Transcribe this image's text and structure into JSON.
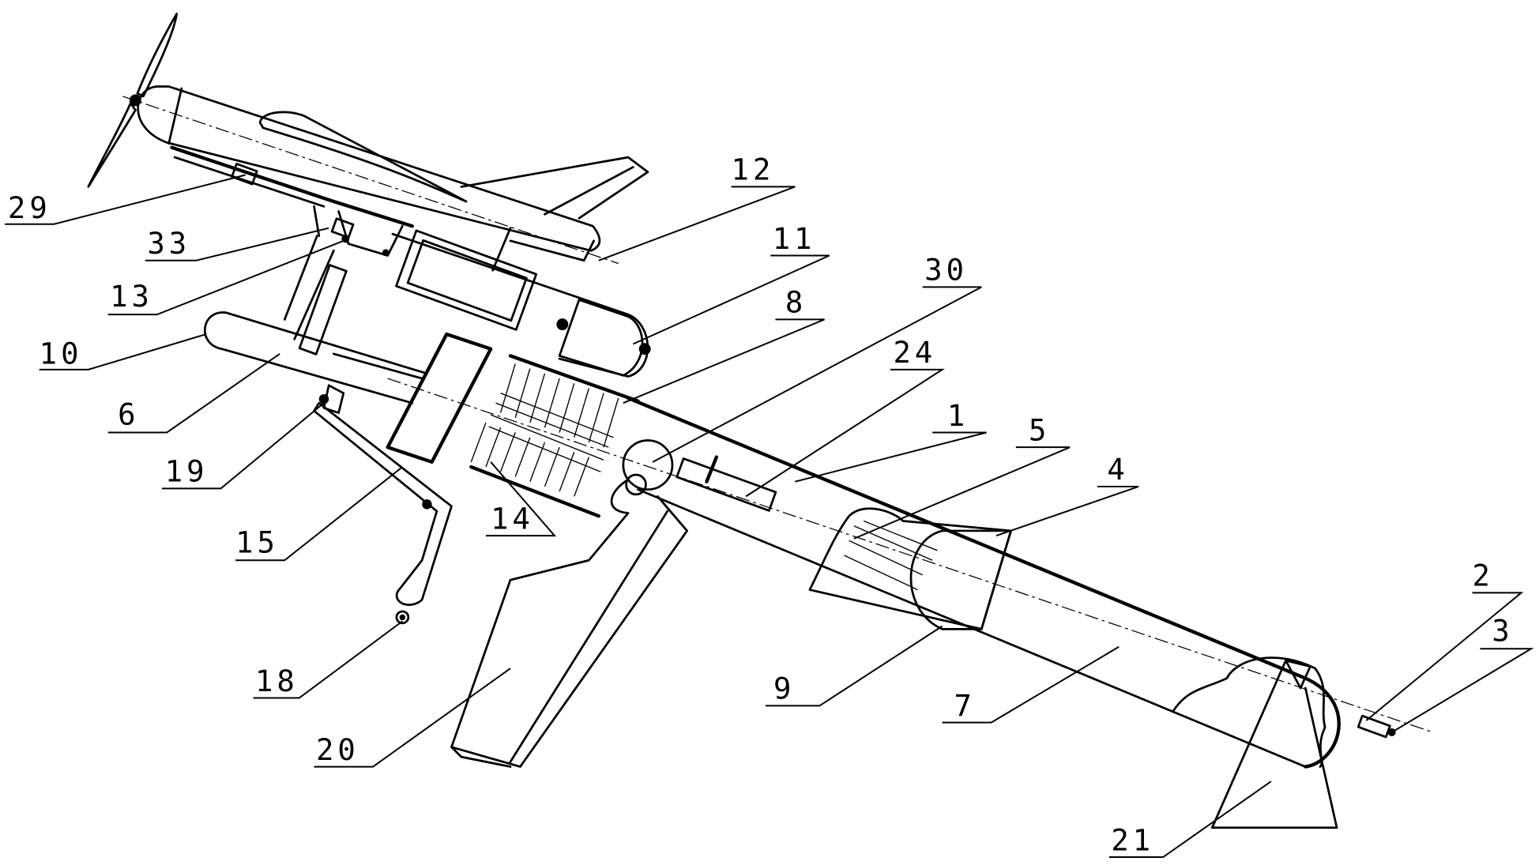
{
  "figure": {
    "type": "patent-drawing",
    "subject": "aircraft launcher / gun-style catapult with mounted propeller aircraft",
    "labels": [
      {
        "id": "29",
        "text": "29"
      },
      {
        "id": "33",
        "text": "33"
      },
      {
        "id": "13",
        "text": "13"
      },
      {
        "id": "10",
        "text": "10"
      },
      {
        "id": "6",
        "text": "6"
      },
      {
        "id": "19",
        "text": "19"
      },
      {
        "id": "15",
        "text": "15"
      },
      {
        "id": "14",
        "text": "14"
      },
      {
        "id": "18",
        "text": "18"
      },
      {
        "id": "20",
        "text": "20"
      },
      {
        "id": "12",
        "text": "12"
      },
      {
        "id": "11",
        "text": "11"
      },
      {
        "id": "30",
        "text": "30"
      },
      {
        "id": "8",
        "text": "8"
      },
      {
        "id": "24",
        "text": "24"
      },
      {
        "id": "1",
        "text": "1"
      },
      {
        "id": "5",
        "text": "5"
      },
      {
        "id": "4",
        "text": "4"
      },
      {
        "id": "9",
        "text": "9"
      },
      {
        "id": "7",
        "text": "7"
      },
      {
        "id": "2",
        "text": "2"
      },
      {
        "id": "3",
        "text": "3"
      },
      {
        "id": "21",
        "text": "21"
      }
    ]
  }
}
